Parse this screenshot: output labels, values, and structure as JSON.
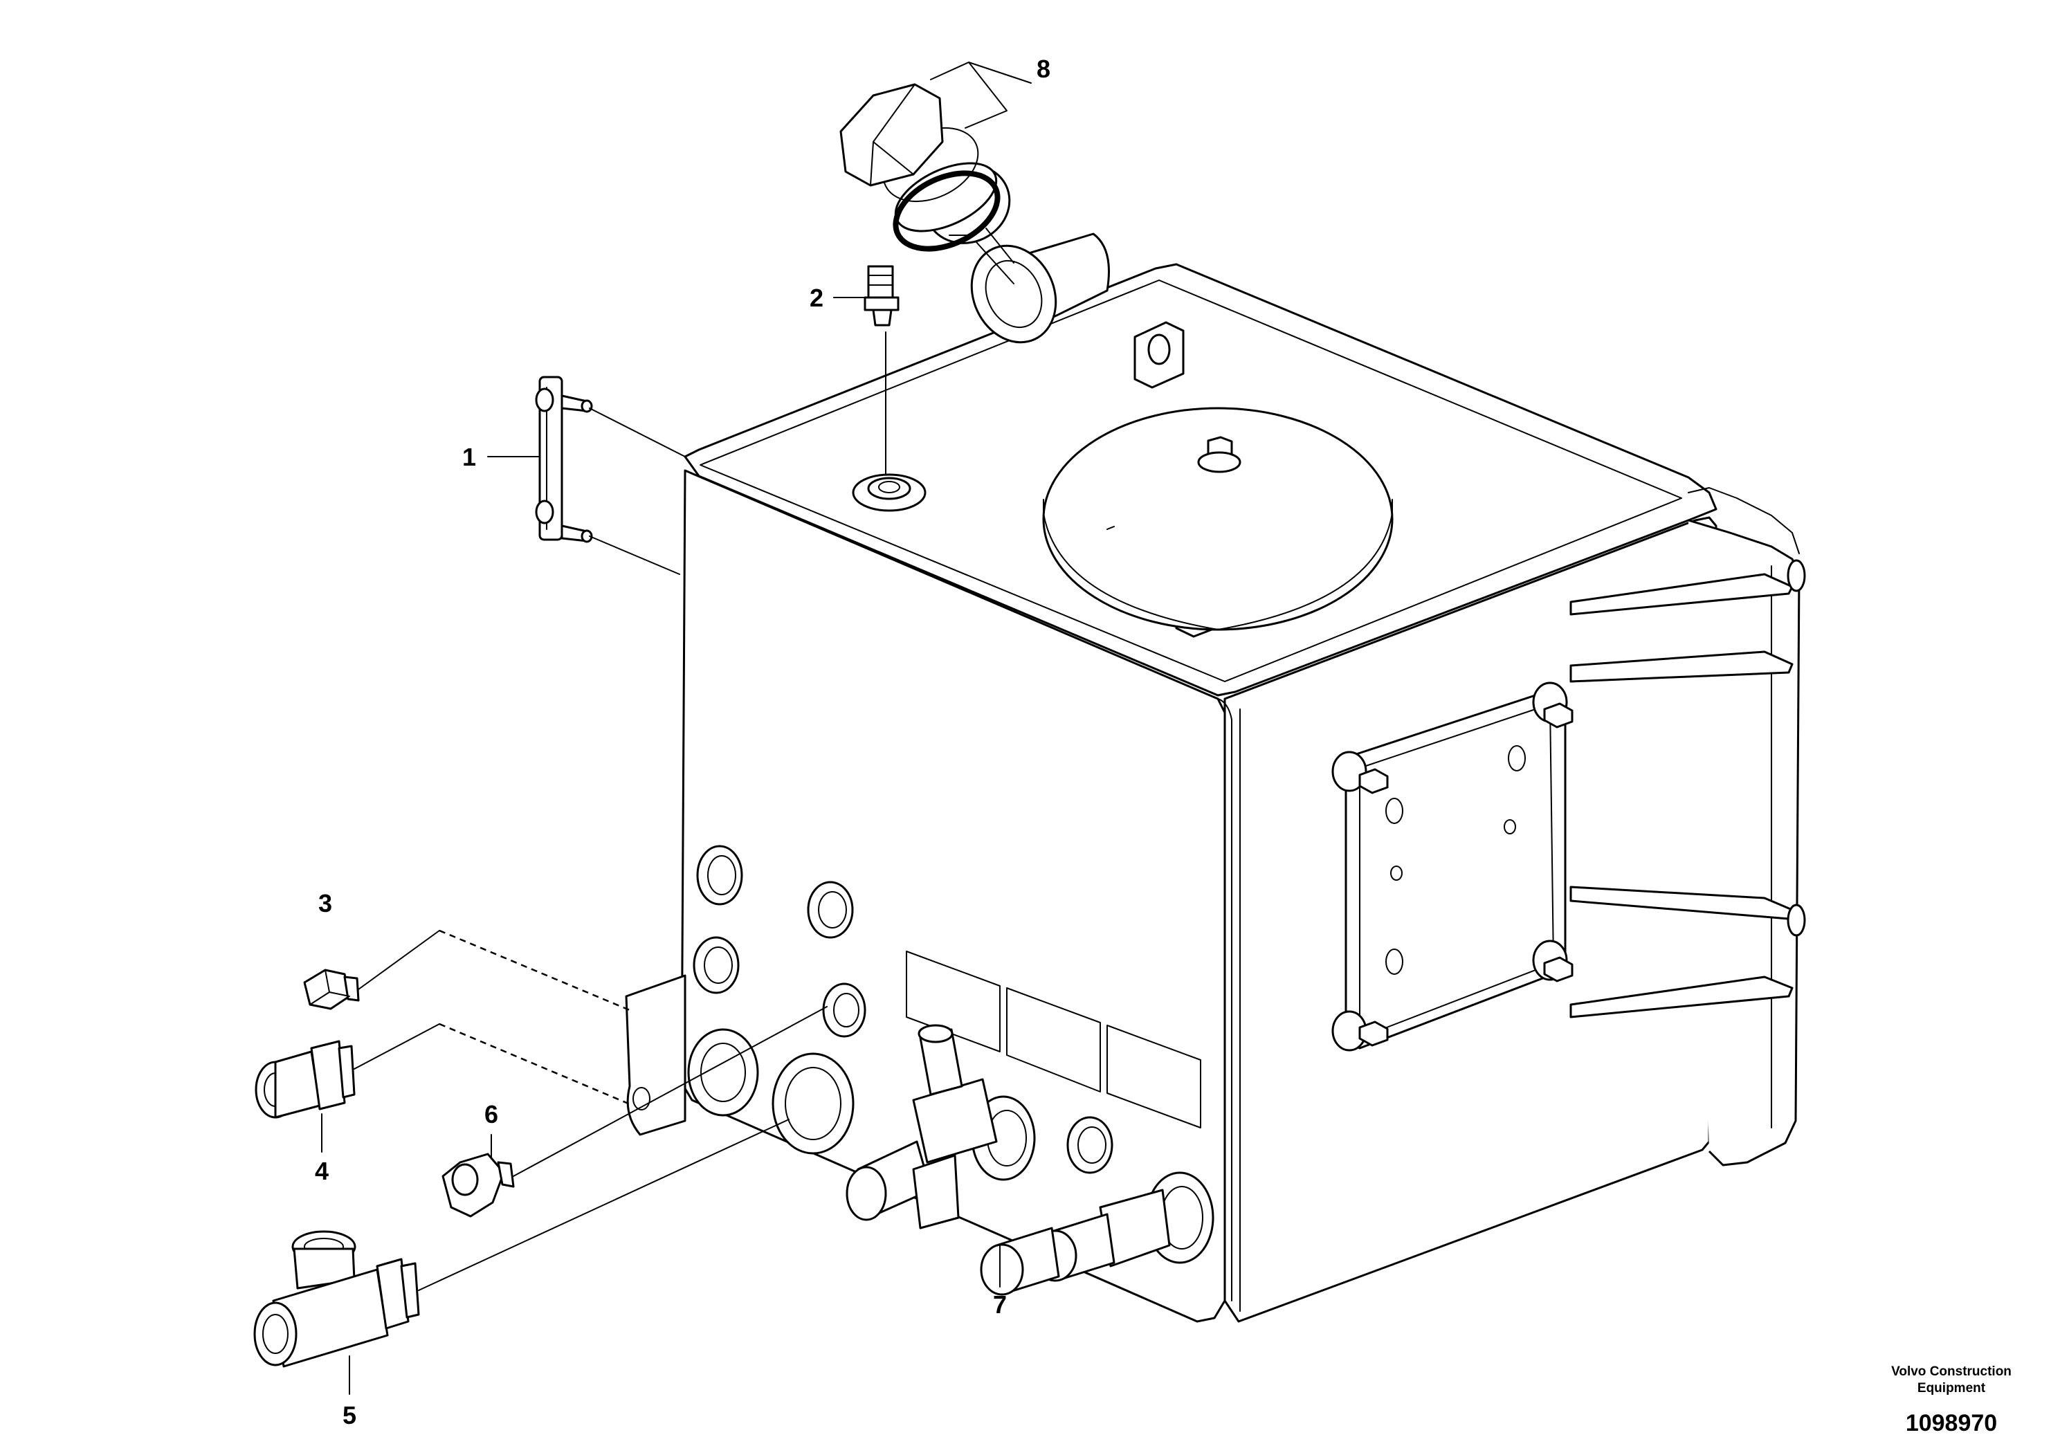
{
  "diagram": {
    "callouts": [
      {
        "id": "1",
        "label": "1"
      },
      {
        "id": "2",
        "label": "2"
      },
      {
        "id": "3",
        "label": "3"
      },
      {
        "id": "4",
        "label": "4"
      },
      {
        "id": "5",
        "label": "5"
      },
      {
        "id": "6",
        "label": "6"
      },
      {
        "id": "7",
        "label": "7"
      },
      {
        "id": "8",
        "label": "8"
      }
    ]
  },
  "footer": {
    "company_line1": "Volvo Construction",
    "company_line2": "Equipment",
    "document_number": "1098970"
  }
}
